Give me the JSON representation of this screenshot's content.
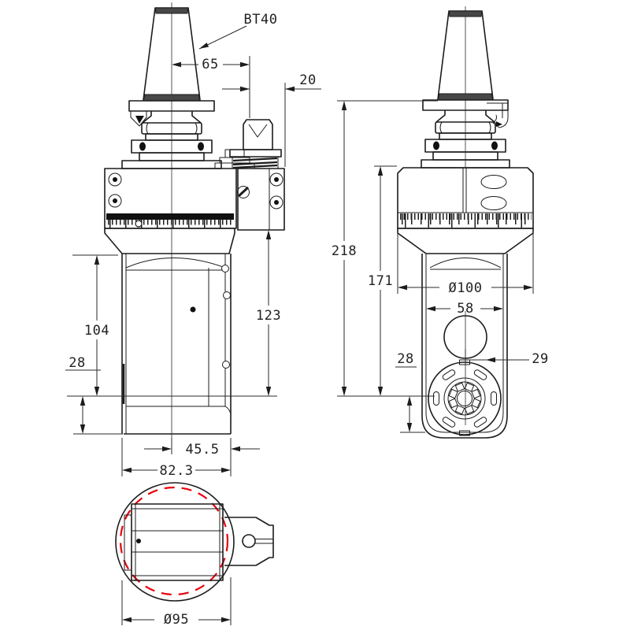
{
  "colors": {
    "line": "#1c1c1c",
    "highlight_red": "#e8000d",
    "background": "#ffffff"
  },
  "views": {
    "front": {
      "label": "front-view",
      "dims": {
        "taper_label": "BT40",
        "center_to_stop": "65",
        "stop_to_edge": "20",
        "block_to_spindle": "123",
        "body_to_spindle": "104",
        "spindle_to_face": "28",
        "center_to_side": "45.5",
        "body_width": "82.3"
      }
    },
    "side": {
      "label": "side-view",
      "dims": {
        "overall_height": "218",
        "housing_to_spindle": "171",
        "housing_diameter": "Ø100",
        "body_width": "58",
        "circle_offset": "29",
        "spindle_to_face": "28"
      }
    },
    "bottom": {
      "label": "bottom-view",
      "dims": {
        "swing_diameter": "Ø95"
      }
    }
  }
}
